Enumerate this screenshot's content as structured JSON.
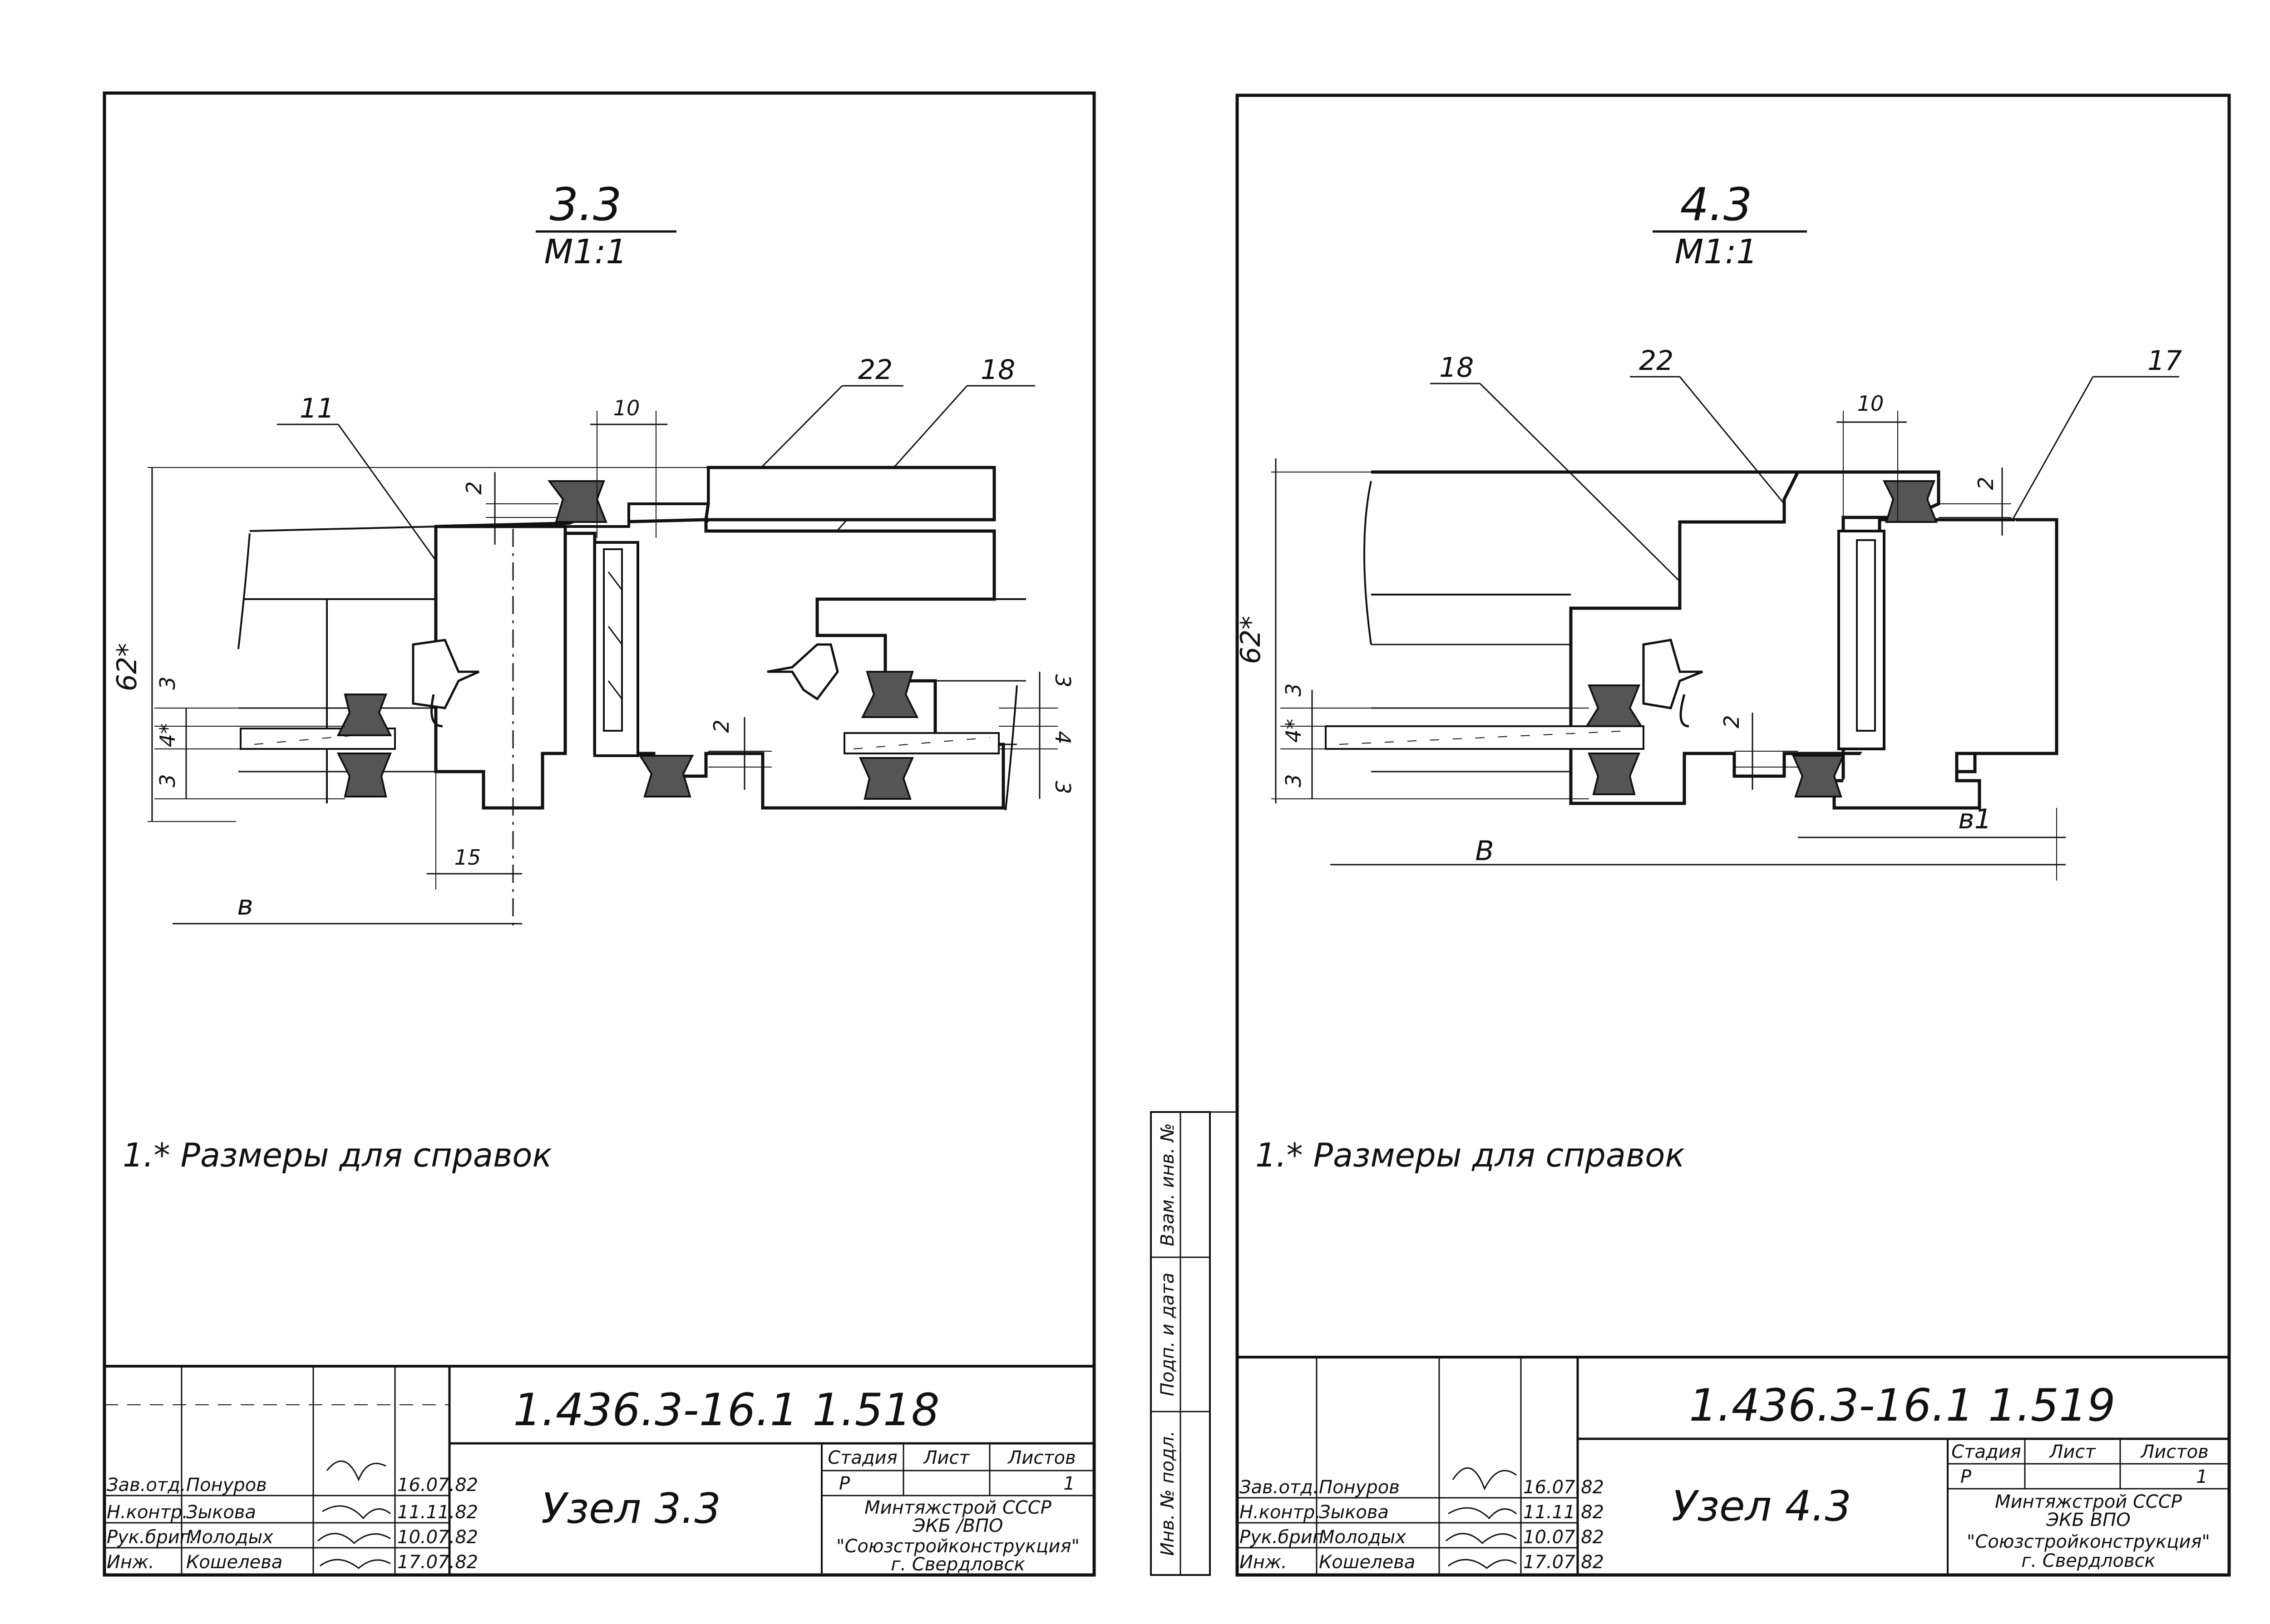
{
  "sheets": [
    {
      "section_number": "3.3",
      "scale": "М1:1",
      "callouts": [
        "11",
        "22",
        "18"
      ],
      "dims": {
        "top_width": "10",
        "gap_top": "2",
        "total_height": "62*",
        "stack_a": "3",
        "stack_b": "4*",
        "stack_c": "3",
        "gap_bottom": "2",
        "offset": "15",
        "width_b": "в",
        "right_stack_a": "3",
        "right_stack_b": "4",
        "right_stack_c": "3"
      },
      "note": "1.* Размеры для справок",
      "title_block": {
        "doc_number": "1.436.3-16.1 1.518",
        "drawing_title": "Узел 3.3",
        "col_stage": "Стадия",
        "col_sheet": "Лист",
        "col_sheets": "Листов",
        "stage_value": "Р",
        "sheets_value": "1",
        "org_line1": "Минтяжстрой СССР",
        "org_line2": "ЭКБ /ВПО",
        "org_line3": "\"Союзстройконструкция\"",
        "org_line4": "г. Свердловск",
        "rows": [
          {
            "role": "Зав.отд.",
            "name": "Понуров",
            "date": "16.07.82"
          },
          {
            "role": "Н.контр.",
            "name": "Зыкова",
            "date": "11.11.82"
          },
          {
            "role": "Рук.бриг.",
            "name": "Молодых",
            "date": "10.07.82"
          },
          {
            "role": "Инж.",
            "name": "Кошелева",
            "date": "17.07.82"
          }
        ]
      }
    },
    {
      "section_number": "4.3",
      "scale": "М1:1",
      "callouts": [
        "18",
        "22",
        "17"
      ],
      "dims": {
        "top_width": "10",
        "gap_top": "2",
        "total_height": "62*",
        "stack_a": "3",
        "stack_b": "4*",
        "stack_c": "3",
        "gap_bottom": "2",
        "width_b1": "в1",
        "width_B": "В"
      },
      "note": "1.* Размеры для справок",
      "title_block": {
        "doc_number": "1.436.3-16.1 1.519",
        "drawing_title": "Узел 4.3",
        "col_stage": "Стадия",
        "col_sheet": "Лист",
        "col_sheets": "Листов",
        "stage_value": "Р",
        "sheets_value": "1",
        "org_line1": "Минтяжстрой СССР",
        "org_line2": "ЭКБ ВПО",
        "org_line3": "\"Союзстройконструкция\"",
        "org_line4": "г. Свердловск",
        "rows": [
          {
            "role": "Зав.отд.",
            "name": "Понуров",
            "date": "16.07.82"
          },
          {
            "role": "Н.контр.",
            "name": "Зыкова",
            "date": "11.11.82"
          },
          {
            "role": "Рук.бриг.",
            "name": "Молодых",
            "date": "10.07.82"
          },
          {
            "role": "Инж.",
            "name": "Кошелева",
            "date": "17.07.82"
          }
        ]
      },
      "side_stamp": [
        "Инв. № подл.",
        "Подп. и дата",
        "Взам. инв. №"
      ]
    }
  ]
}
